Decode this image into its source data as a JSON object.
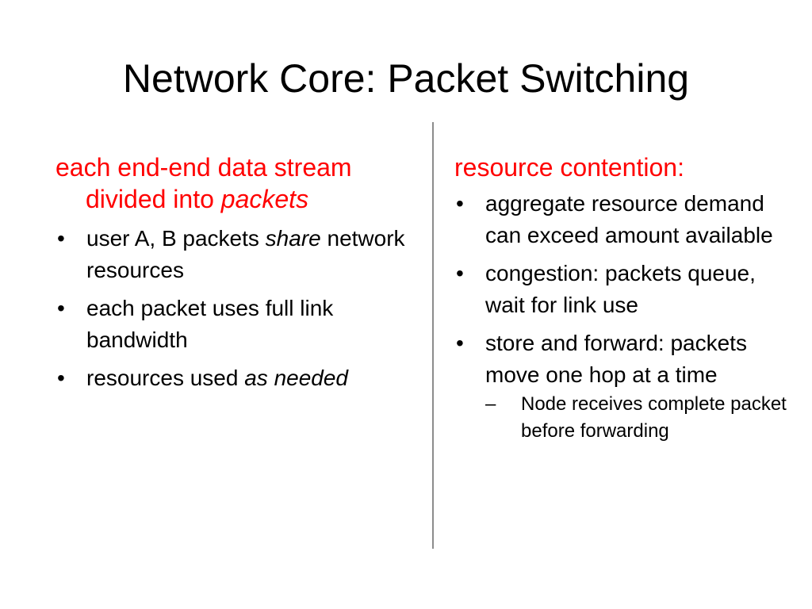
{
  "slide": {
    "title": "Network Core: Packet Switching",
    "left": {
      "heading_prefix": "each end-end data stream divided into ",
      "heading_emph": "packets",
      "bullets": [
        {
          "text": "user A, B packets ",
          "emph": "share",
          "after": " network resources"
        },
        {
          "text": "each packet uses full link bandwidth"
        },
        {
          "text": "resources used ",
          "emph": "as needed"
        }
      ]
    },
    "right": {
      "heading": "resource contention:",
      "bullets": [
        {
          "text": "aggregate resource demand can exceed amount available"
        },
        {
          "text": "congestion: packets queue, wait for link use"
        },
        {
          "text": "store and forward: packets move one hop at a time"
        }
      ],
      "sub_bullets": [
        {
          "text": "Node receives complete packet before forwarding"
        }
      ]
    },
    "bullet_glyph": "•",
    "dash_glyph": "–",
    "colors": {
      "heading": "#ff0000",
      "text": "#000000",
      "divider": "#8c8c8c"
    }
  }
}
